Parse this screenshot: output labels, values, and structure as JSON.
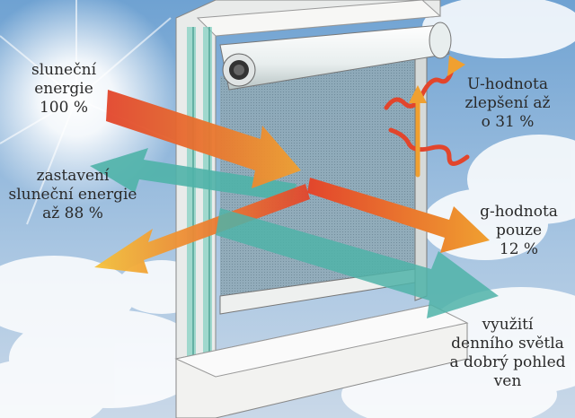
{
  "labels": {
    "solar_energy": [
      "sluneční",
      "energie",
      "100 %"
    ],
    "blocked_energy": [
      "zastavení",
      "sluneční energie",
      "až 88 %"
    ],
    "u_value": [
      "U-hodnota",
      "zlepšení až",
      "o 31 %"
    ],
    "g_value": [
      "g-hodnota",
      "pouze",
      "12 %"
    ],
    "daylight": [
      "využití",
      "denního světla",
      "a dobrý pohled",
      "ven"
    ]
  },
  "colors": {
    "sky": "#8fb8dc",
    "red_arrow": "#e2452c",
    "orange_arrow": "#f0a030",
    "teal_arrow": "#4fb3a8",
    "frame": "#f2f2f0",
    "glass": "#7fd0c0"
  }
}
